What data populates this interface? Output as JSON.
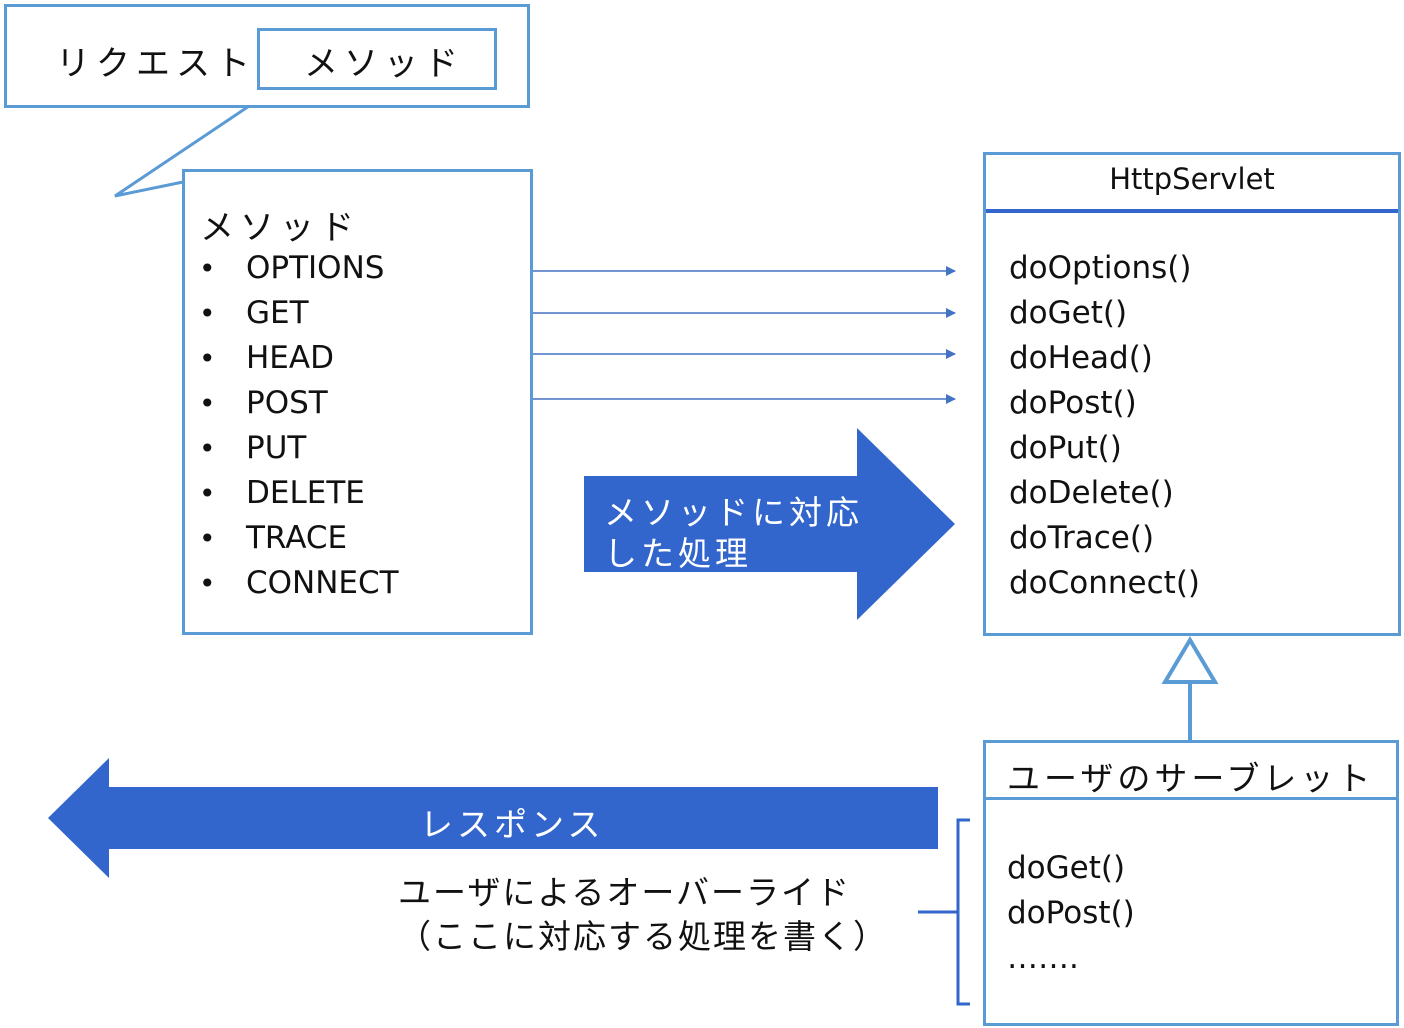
{
  "request": {
    "label": "リクエスト",
    "method_label": "メソッド"
  },
  "method_list": {
    "title": "メソッド",
    "items": [
      "OPTIONS",
      "GET",
      "HEAD",
      "POST",
      "PUT",
      "DELETE",
      "TRACE",
      "CONNECT"
    ]
  },
  "httpservlet": {
    "title": "HttpServlet",
    "methods": [
      "doOptions()",
      "doGet()",
      "doHead()",
      "doPost()",
      "doPut()",
      "doDelete()",
      "doTrace()",
      "doConnect()"
    ]
  },
  "big_arrow": {
    "line1": "メソッドに対応",
    "line2": "した処理"
  },
  "user_servlet": {
    "title": "ユーザのサーブレット",
    "methods": [
      "doGet()",
      "doPost()",
      "……."
    ]
  },
  "response": {
    "label": "レスポンス"
  },
  "override_note": {
    "line1": "ユーザによるオーバーライド",
    "line2": "（ここに対応する処理を書く）"
  },
  "colors": {
    "border": "#5b9bd5",
    "arrow_fill": "#3366cc",
    "connector": "#4472c4"
  }
}
